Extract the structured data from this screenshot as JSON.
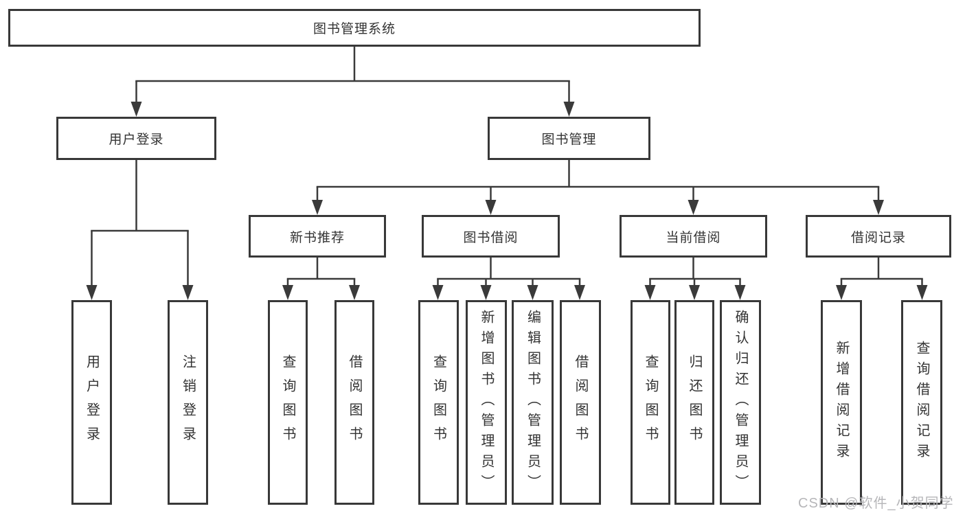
{
  "diagram": {
    "title": "图书管理系统",
    "level2": [
      "用户登录",
      "图书管理"
    ],
    "level3": [
      "新书推荐",
      "图书借阅",
      "当前借阅",
      "借阅记录"
    ],
    "leaves": {
      "user_login": [
        "用户登录",
        "注销登录"
      ],
      "new_book_rec": [
        "查询图书",
        "借阅图书"
      ],
      "book_borrow": [
        "查询图书",
        "新增图书（管理员）",
        "编辑图书（管理员）",
        "借阅图书"
      ],
      "current_borrow": [
        "查询图书",
        "归还图书",
        "确认归还（管理员）"
      ],
      "borrow_record": [
        "新增借阅记录",
        "查询借阅记录"
      ]
    }
  },
  "watermark": {
    "text": "CSDN @软件_小贺同学",
    "color": "#b6b6b9"
  },
  "colors": {
    "line": "#3a3a3a",
    "text": "#333333",
    "canvas": "#ffffff"
  }
}
